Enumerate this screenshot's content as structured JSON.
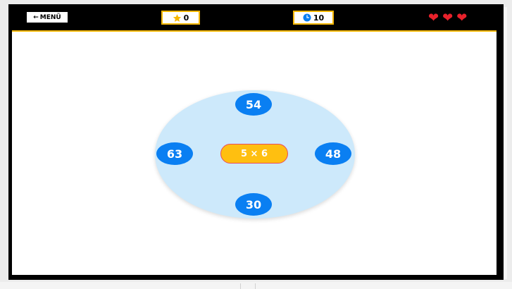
{
  "topbar": {
    "menu_label": "MENÜ",
    "score": "0",
    "time": "10",
    "lives": 3
  },
  "game": {
    "question": "5 × 6",
    "options": {
      "top": "54",
      "left": "63",
      "right": "48",
      "bottom": "30"
    }
  },
  "colors": {
    "accent": "#f6b700",
    "option_blue": "#0a7ff2",
    "question_yellow": "#ffbf10",
    "heart_red": "#e8212b",
    "dial_blue": "#cde9fb"
  },
  "icons": {
    "menu": "arrow-left-icon",
    "score": "star-icon",
    "time": "clock-icon",
    "lives": "heart-icon"
  }
}
